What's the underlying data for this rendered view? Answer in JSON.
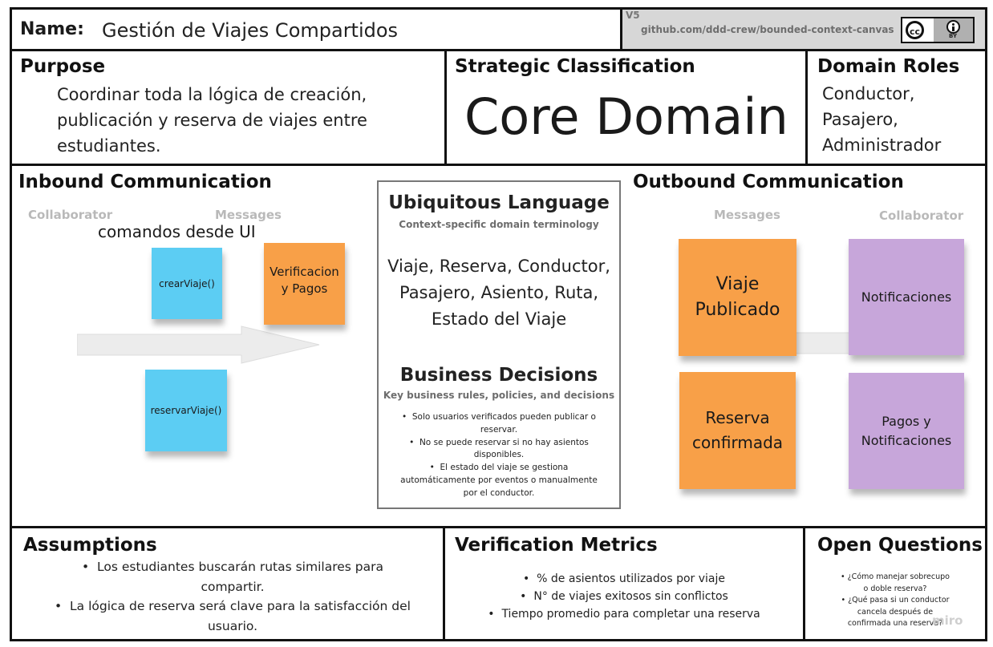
{
  "header": {
    "name_label": "Name:",
    "name_value": "Gestión de Viajes Compartidos",
    "version": "V5",
    "github": "github.com/ddd-crew/bounded-context-canvas",
    "cc_text": "cc",
    "by_text": "BY"
  },
  "purpose": {
    "title": "Purpose",
    "lines": [
      "Coordinar toda la lógica de creación,",
      "publicación y reserva de viajes entre",
      "estudiantes."
    ]
  },
  "strategic": {
    "title": "Strategic Classification",
    "value": "Core Domain"
  },
  "domain_roles": {
    "title": "Domain Roles",
    "items": [
      "Conductor,",
      "Pasajero,",
      "Administrador"
    ]
  },
  "inbound": {
    "title": "Inbound Communication",
    "collaborator_label": "Collaborator",
    "messages_label": "Messages",
    "note_text": "comandos desde UI",
    "stickies": [
      "crearViaje()",
      "Verificacion y Pagos",
      "reservarViaje()"
    ]
  },
  "ubiquitous": {
    "title": "Ubiquitous Language",
    "subtitle": "Context-specific domain terminology",
    "lines": [
      "Viaje, Reserva, Conductor,",
      "Pasajero, Asiento, Ruta,",
      "Estado del Viaje"
    ]
  },
  "business": {
    "title": "Business Decisions",
    "subtitle": "Key business rules, policies, and decisions",
    "items": [
      [
        "Solo usuarios verificados pueden publicar o",
        "reservar."
      ],
      [
        "No se puede reservar si no hay asientos",
        "disponibles."
      ],
      [
        "El estado del viaje se gestiona",
        "automáticamente por eventos o manualmente",
        "por el conductor."
      ]
    ]
  },
  "outbound": {
    "title": "Outbound Communication",
    "messages_label": "Messages",
    "collaborator_label": "Collaborator",
    "messages": [
      [
        "Viaje",
        "Publicado"
      ],
      [
        "Reserva",
        "confirmada"
      ]
    ],
    "collaborators": [
      [
        "Notificaciones"
      ],
      [
        "Pagos y",
        "Notificaciones"
      ]
    ]
  },
  "assumptions": {
    "title": "Assumptions",
    "items": [
      [
        "Los estudiantes buscarán rutas similares para",
        "compartir."
      ],
      [
        "La lógica de reserva será clave para la satisfacción del",
        "usuario."
      ]
    ]
  },
  "verification": {
    "title": "Verification Metrics",
    "items": [
      "% de asientos utilizados por viaje",
      "N° de viajes exitosos sin conflictos",
      "Tiempo promedio para completar una reserva"
    ]
  },
  "open_questions": {
    "title": "Open Questions",
    "items": [
      [
        "¿Cómo manejar sobrecupo",
        "o doble reserva?"
      ],
      [
        "¿Qué pasa si un conductor",
        "cancela después de",
        "confirmada una reserva?"
      ]
    ]
  },
  "watermark": "miro",
  "colors": {
    "border": "#111111",
    "header_grey": "#d7d7d7",
    "sticky_blue": "#5ccdf3",
    "sticky_orange": "#f8a048",
    "sticky_purple": "#c7a6da",
    "arrow": "#ececec"
  }
}
